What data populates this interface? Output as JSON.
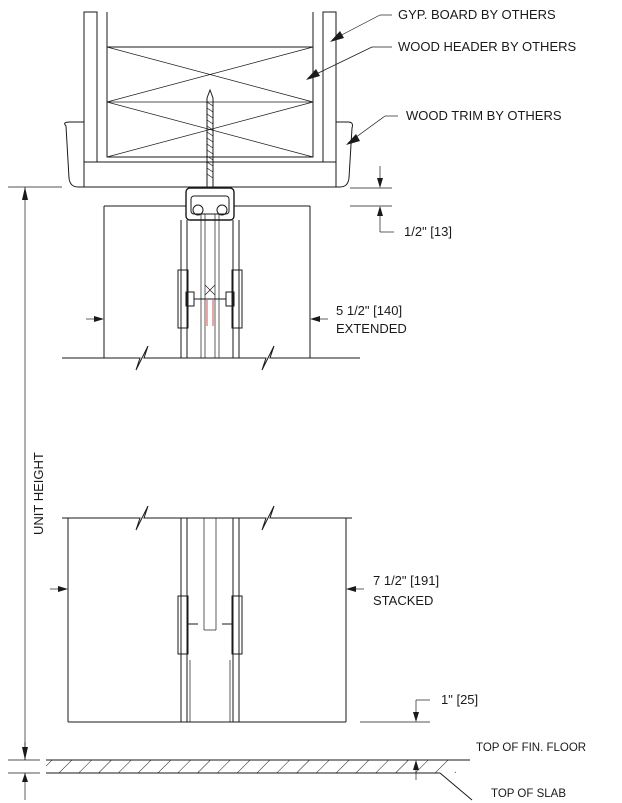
{
  "labels": {
    "gyp_board": "GYP. BOARD BY OTHERS",
    "wood_header": "WOOD HEADER BY OTHERS",
    "wood_trim": "WOOD TRIM BY OTHERS",
    "unit_height": "UNIT HEIGHT",
    "top_of_fin_floor": "TOP OF FIN. FLOOR",
    "top_of_slab": "TOP OF SLAB"
  },
  "dimensions": {
    "top_gap": "1/2\" [13]",
    "extended_width": "5 1/2\" [140]",
    "extended_label": "EXTENDED",
    "stacked_width": "7 1/2\" [191]",
    "stacked_label": "STACKED",
    "floor_gap": "1\" [25]"
  }
}
